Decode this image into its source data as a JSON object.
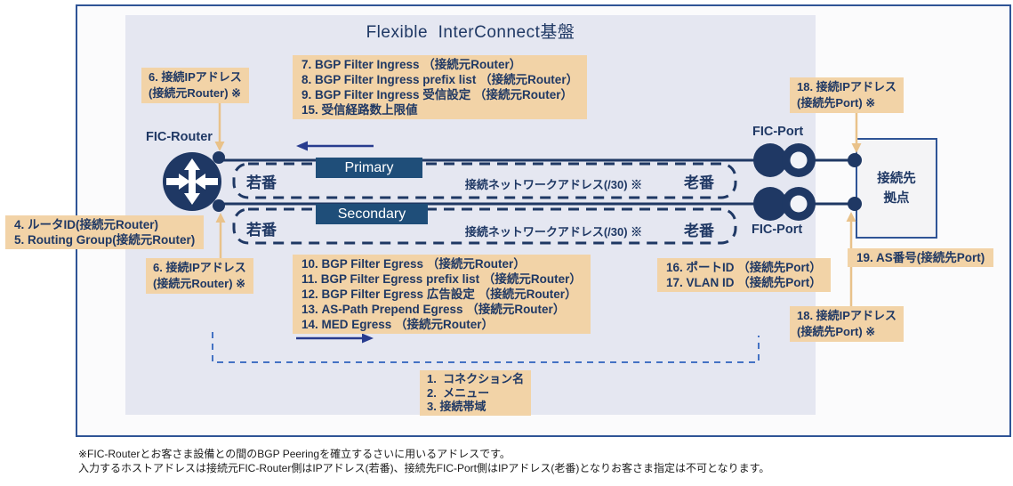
{
  "title": "Flexible  InterConnect基盤",
  "nodes": {
    "router": "FIC-Router",
    "port1": "FIC-Port",
    "port2": "FIC-Port",
    "destination": "接続先\n拠点"
  },
  "paths": {
    "primary_tag": "Primary",
    "secondary_tag": "Secondary",
    "primary_young": "若番",
    "primary_old": "老番",
    "primary_net": "接続ネットワークアドレス(/30) ※",
    "secondary_young": "若番",
    "secondary_old": "老番",
    "secondary_net": "接続ネットワークアドレス(/30) ※"
  },
  "labels": {
    "ip_src_top": "6. 接続IPアドレス\n(接続元Router) ※",
    "bgp_ingress": "7. BGP Filter Ingress （接続元Router）\n8. BGP Filter Ingress prefix list （接続元Router）\n9. BGP Filter Ingress 受信設定 （接続元Router）\n15. 受信経路数上限値",
    "ip_dst_top": "18. 接続IPアドレス\n(接続先Port) ※",
    "router_id": "4. ルータID(接続元Router)\n5. Routing Group(接続元Router)",
    "ip_src_bottom": "6. 接続IPアドレス\n(接続元Router) ※",
    "bgp_egress": "10. BGP Filter Egress （接続元Router）\n11. BGP Filter Egress prefix list （接続元Router）\n12. BGP Filter Egress 広告設定 （接続元Router）\n13. AS-Path Prepend Egress （接続元Router）\n14. MED Egress （接続元Router）",
    "port_vlan": "16. ポートID （接続先Port）\n17. VLAN ID （接続先Port）",
    "as_number": "19. AS番号(接続先Port)",
    "ip_dst_bottom": "18. 接続IPアドレス\n(接続先Port) ※",
    "connection": "1.  コネクション名\n2.  メニュー\n3. 接続帯域"
  },
  "footnote": "※FIC-Routerとお客さま設備との間のBGP Peeringを確立するさいに用いるアドレスです。\n入力するホストアドレスは接続元FIC-Router側はIPアドレス(若番)、接続先FIC-Port側はIPアドレス(老番)となりお客さま指定は不可となります。",
  "icons": {
    "router": "router-icon (circle with four arrows)",
    "port": "port-icon (filled circle + ring)"
  },
  "colors": {
    "navy": "#1f3864",
    "tag_bg": "#1f4e79",
    "label_bg": "#f2d3a7",
    "leader": "#e9c28a",
    "loop_dash": "#4472c4",
    "fic_bg": "#e5e7f1",
    "border_blue": "#2f5496"
  }
}
